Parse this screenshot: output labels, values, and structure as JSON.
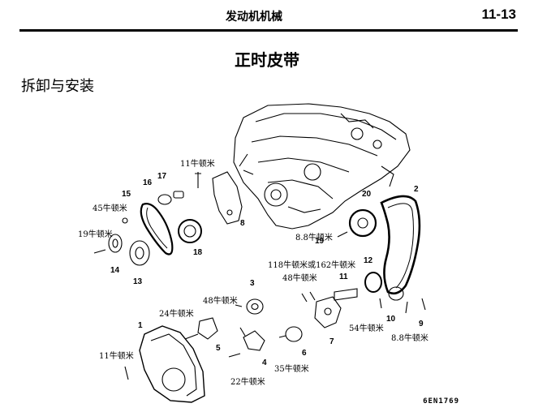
{
  "header": {
    "section_title": "发动机机械",
    "page_number": "11-13"
  },
  "title": "正时皮带",
  "subtitle": "拆卸与安装",
  "diagram": {
    "torque_labels": {
      "t_11_top": "11牛顿米",
      "t_45": "45牛顿米",
      "t_19": "19牛顿米",
      "t_88_top": "8.8牛顿米",
      "t_118": "118牛顿米或162牛顿米",
      "t_48_mid": "48牛顿米",
      "t_48_left": "48牛顿米",
      "t_24": "24牛顿米",
      "t_11_bottom": "11牛顿米",
      "t_22": "22牛顿米",
      "t_35": "35牛顿米",
      "t_54": "54牛顿米",
      "t_88_bottom": "8.8牛顿米"
    },
    "part_numbers": [
      "1",
      "2",
      "3",
      "4",
      "5",
      "6",
      "7",
      "8",
      "9",
      "10",
      "11",
      "12",
      "13",
      "14",
      "15",
      "16",
      "17",
      "18",
      "19",
      "20"
    ],
    "figure_code": "6EN1769"
  }
}
